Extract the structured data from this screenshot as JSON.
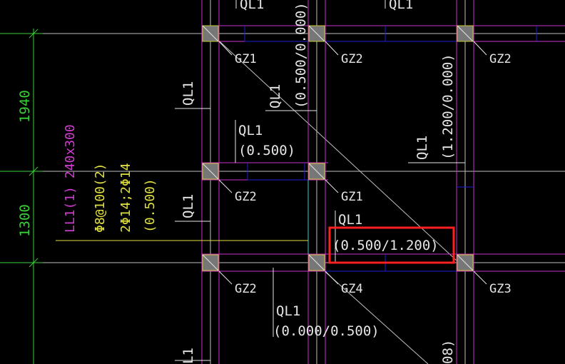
{
  "colors": {
    "background": "#000000",
    "grid_line": "#bfbfbf",
    "dim_line": "#39d039",
    "beam_outline": "#cc33cc",
    "blue_line": "#2020d8",
    "cyan_line": "#33cccc",
    "column_fill": "#777777",
    "column_border": "#c8c832",
    "label_white": "#e6e6e6",
    "label_magenta": "#d23cd2",
    "label_yellow": "#e0e040",
    "highlight": "#ff2020"
  },
  "dimensions": {
    "d1": "1940",
    "d2": "1300"
  },
  "columns": {
    "gz1_a": "GZ1",
    "gz2_a": "GZ2",
    "gz2_b": "GZ2",
    "gz2_c": "GZ2",
    "gz1_b": "GZ1",
    "gz2_d": "GZ2",
    "gz4": "GZ4",
    "gz3": "GZ3"
  },
  "beams": {
    "ql1_top_a": "QL1",
    "ql1_top_b": "QL1",
    "ql1_v1": "QL1",
    "ql1_v2_name": "QL1",
    "ql1_v2_elev": "(0.500/0.000)",
    "ql1_h1_name": "QL1",
    "ql1_h1_elev": "(0.500)",
    "ql1_v3_name": "QL1",
    "ql1_v3_elev": "(1.200/0.000)",
    "ql1_v4": "QL1",
    "ql1_h2_name": "QL1",
    "ql1_h2_elev": "(0.500/1.200)",
    "ql1_h3_name": "QL1",
    "ql1_h3_elev": "(0.000/0.500)",
    "ql1_bottom_left": "L1",
    "ql1_bottom_right": "08)"
  },
  "lintel": {
    "name": "LL1(1) 240x300",
    "stirrup": "Φ8@100(2)",
    "bars": "2Φ14;2Φ14",
    "elevation": "(0.500)"
  }
}
